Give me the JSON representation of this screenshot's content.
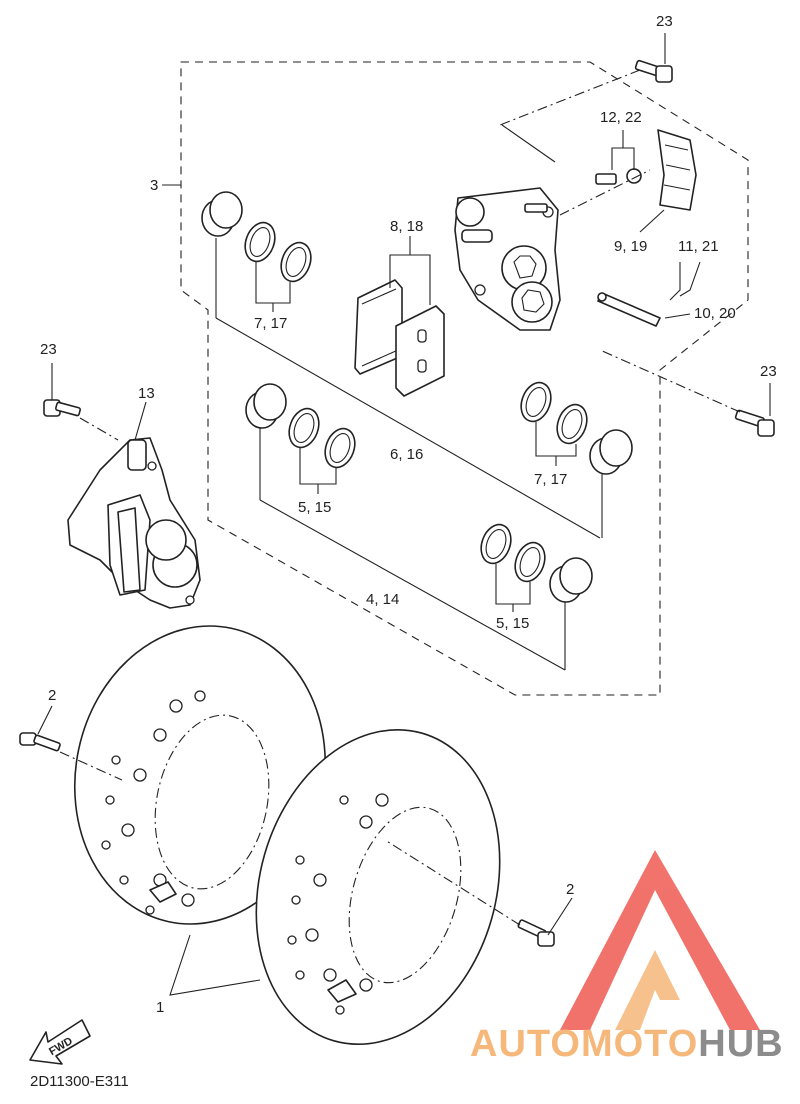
{
  "callouts": {
    "bolt_top_right": "23",
    "bolt_right": "23",
    "bolt_left": "23",
    "bleed_screw": "12, 22",
    "pad_spring": "9, 19",
    "pin_clip": "11, 21",
    "pad_pin": "10, 20",
    "pads": "8, 18",
    "caliper_assy": "3",
    "seal_set_upper": "7, 17",
    "seal_set_right": "7, 17",
    "piston_upper": "6, 16",
    "seal_set_left": "5, 15",
    "seal_set_lower": "5, 15",
    "piston_lower": "4, 14",
    "caliper_left": "13",
    "disc_bolt_left": "2",
    "disc_bolt_right": "2",
    "brake_discs": "1"
  },
  "fwd_label": "FWD",
  "diagram_code": "2D11300-E311",
  "watermark": {
    "part1": "AUTOMOTO",
    "part2": "HUB",
    "color_light": "#f6b77a",
    "color_accent": "#ee5a52",
    "color_dark": "#8c8c8c"
  }
}
